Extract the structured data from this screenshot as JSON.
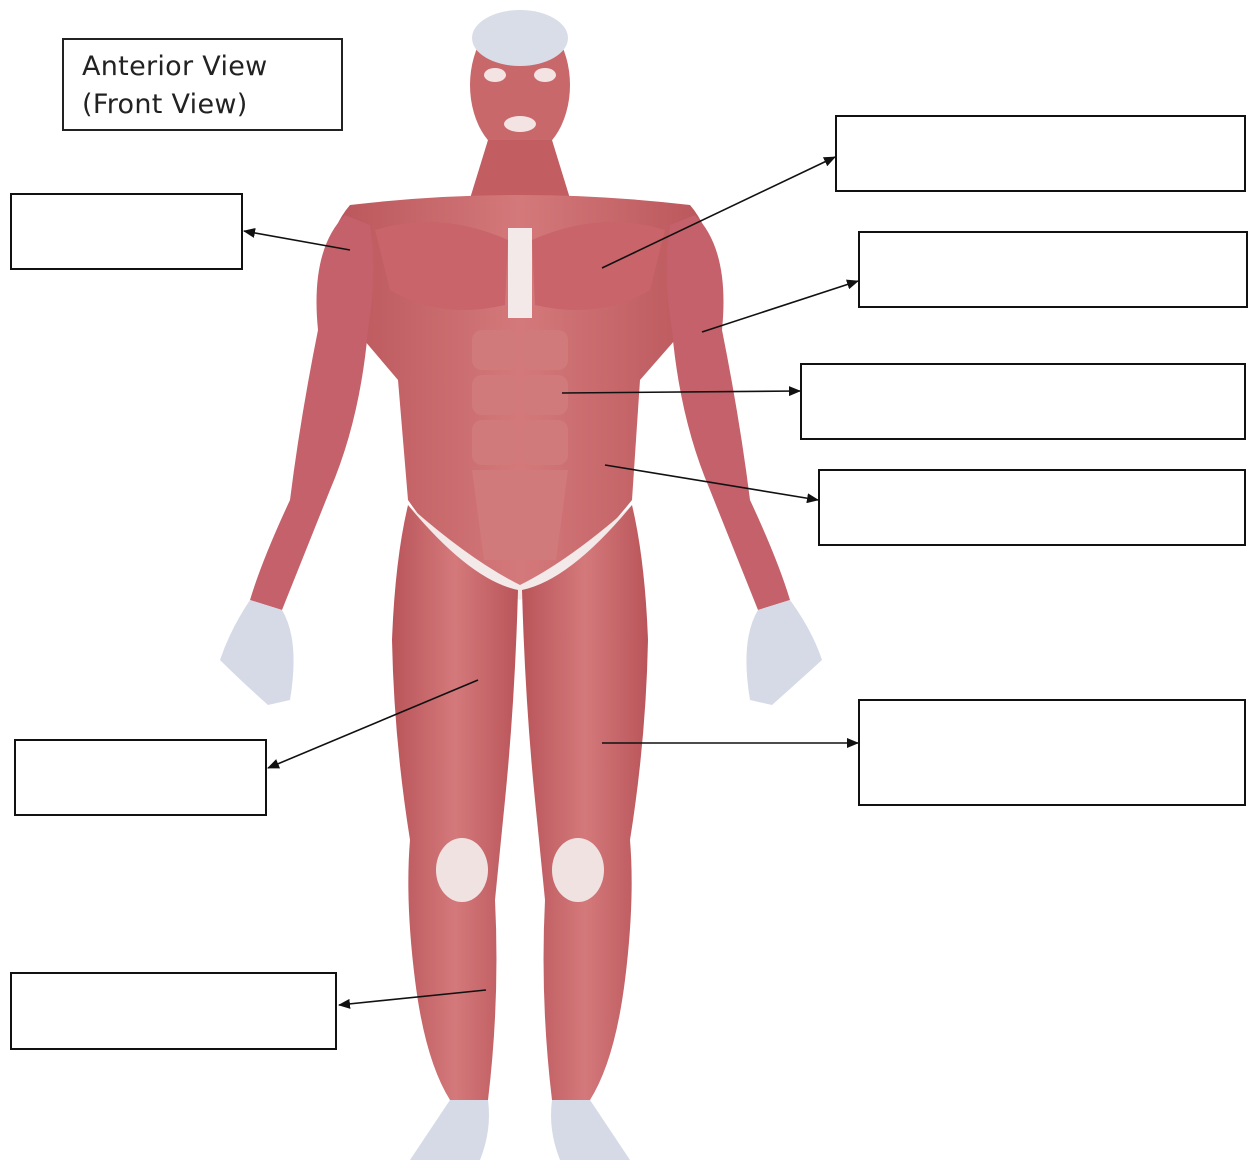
{
  "title": {
    "line1": "Anterior View",
    "line2": "(Front View)"
  },
  "label_boxes": [
    {
      "id": "shoulder",
      "text": ""
    },
    {
      "id": "chest",
      "text": ""
    },
    {
      "id": "upper-arm",
      "text": ""
    },
    {
      "id": "abdomen",
      "text": ""
    },
    {
      "id": "side-abdomen",
      "text": ""
    },
    {
      "id": "inner-thigh",
      "text": ""
    },
    {
      "id": "front-thigh",
      "text": ""
    },
    {
      "id": "lower-leg",
      "text": ""
    }
  ],
  "colors": {
    "muscle": "#c8676a",
    "muscle_dark": "#a84548",
    "tendon": "#f3e9e8",
    "line": "#111111"
  }
}
